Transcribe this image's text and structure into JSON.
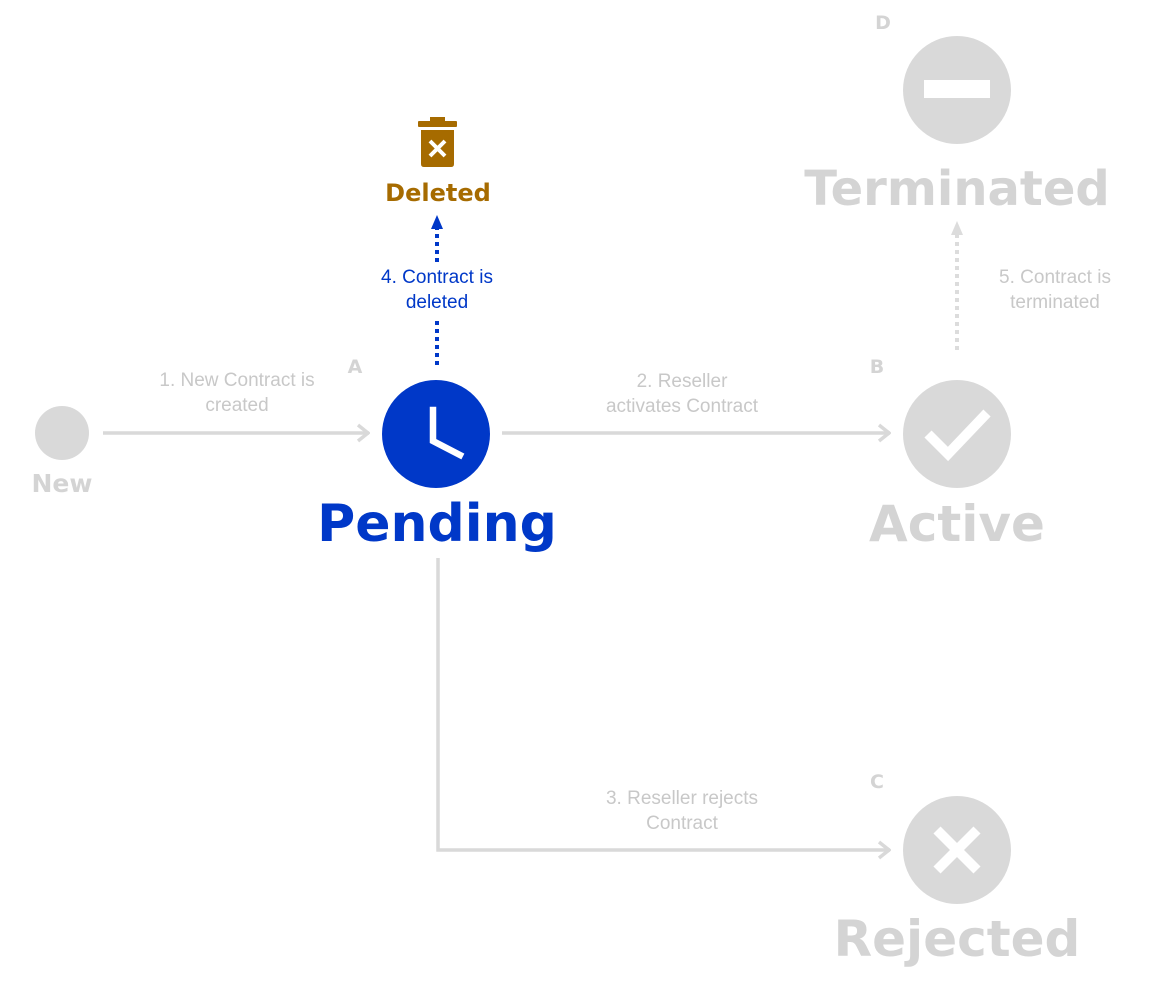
{
  "colors": {
    "active_state": "#0038c8",
    "inactive": "#d9d9d9",
    "inactive_text": "#d4d4d4",
    "deleted": "#a66b00",
    "edge_label_inactive": "#c8c8c8"
  },
  "states": {
    "new": {
      "label": "New",
      "icon": "dot-icon"
    },
    "pending": {
      "label": "Pending",
      "letter": "A",
      "icon": "clock-icon"
    },
    "active": {
      "label": "Active",
      "letter": "B",
      "icon": "check-icon"
    },
    "rejected": {
      "label": "Rejected",
      "letter": "C",
      "icon": "x-icon"
    },
    "terminated": {
      "label": "Terminated",
      "letter": "D",
      "icon": "minus-icon"
    },
    "deleted": {
      "label": "Deleted",
      "icon": "trash-icon"
    }
  },
  "transitions": {
    "t1": {
      "line1": "1. New Contract is",
      "line2": "created"
    },
    "t2": {
      "line1": "2. Reseller",
      "line2": "activates Contract"
    },
    "t3": {
      "line1": "3. Reseller rejects",
      "line2": "Contract"
    },
    "t4": {
      "line1": "4. Contract is",
      "line2": "deleted"
    },
    "t5": {
      "line1": "5. Contract is",
      "line2": "terminated"
    }
  }
}
